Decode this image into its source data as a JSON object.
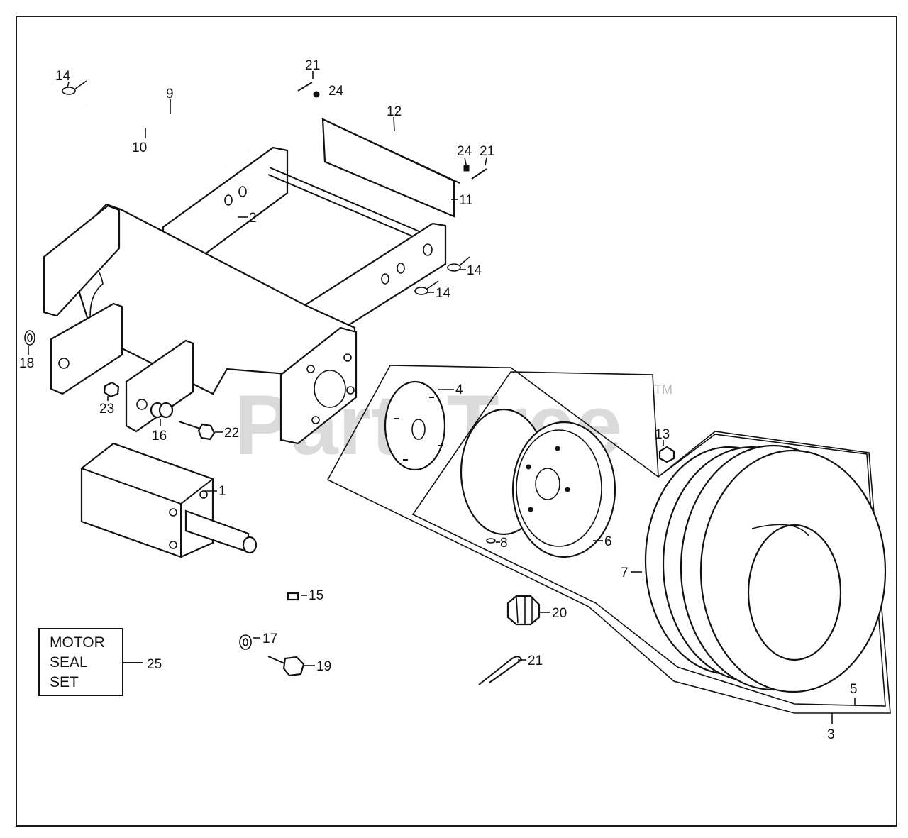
{
  "watermark": {
    "brand": "PartsTree",
    "tm": "TM"
  },
  "callouts": {
    "c1": "1",
    "c2": "2",
    "c3": "3",
    "c4": "4",
    "c5": "5",
    "c6": "6",
    "c7": "7",
    "c8": "8",
    "c9": "9",
    "c10": "10",
    "c11": "11",
    "c12": "12",
    "c13": "13",
    "c14a": "14",
    "c14b": "14",
    "c14c": "14",
    "c15": "15",
    "c16": "16",
    "c17": "17",
    "c18": "18",
    "c19": "19",
    "c20": "20",
    "c21a": "21",
    "c21b": "21",
    "c21c": "21",
    "c22": "22",
    "c23": "23",
    "c24a": "24",
    "c24b": "24",
    "c25": "25"
  },
  "motor_seal_box": {
    "line1": "MOTOR",
    "line2": "SEAL",
    "line3": "SET"
  },
  "colors": {
    "ink": "#111111",
    "watermark": "#bdbdbd",
    "background": "#ffffff"
  }
}
